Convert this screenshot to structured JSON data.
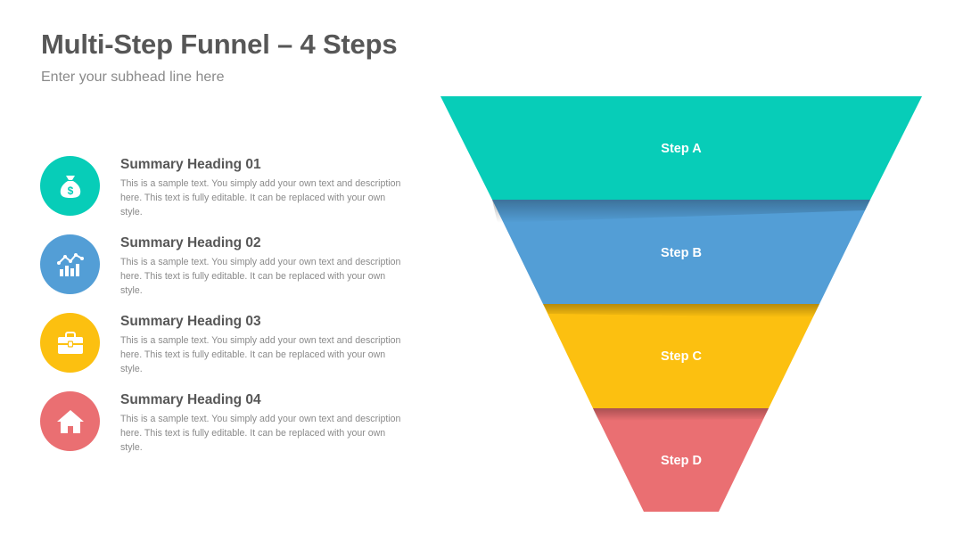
{
  "header": {
    "title": "Multi-Step Funnel – 4 Steps",
    "subtitle": "Enter your subhead line here"
  },
  "summary_items": [
    {
      "heading": "Summary Heading 01",
      "text": "This is a sample text. You simply add your own text and description here. This text is fully editable. It can be replaced with your own style.",
      "icon": "money-bag-icon",
      "color": "#07cdb8"
    },
    {
      "heading": "Summary Heading 02",
      "text": "This is a sample text. You simply add your own text and description here. This text is fully editable. It can be replaced with your own style.",
      "icon": "chart-icon",
      "color": "#539ed6"
    },
    {
      "heading": "Summary Heading 03",
      "text": "This is a sample text. You simply add your own text and description here. This text is fully editable. It can be replaced with your own style.",
      "icon": "briefcase-icon",
      "color": "#fcc010"
    },
    {
      "heading": "Summary Heading 04",
      "text": "This is a sample text. You simply add your own text and description here. This text is fully editable. It can be replaced with your own style.",
      "icon": "home-icon",
      "color": "#ea6f72"
    }
  ],
  "funnel": {
    "steps": [
      {
        "label": "Step A",
        "color": "#07cdb8"
      },
      {
        "label": "Step B",
        "color": "#539ed6"
      },
      {
        "label": "Step C",
        "color": "#fcc010"
      },
      {
        "label": "Step D",
        "color": "#ea6f72"
      }
    ]
  }
}
